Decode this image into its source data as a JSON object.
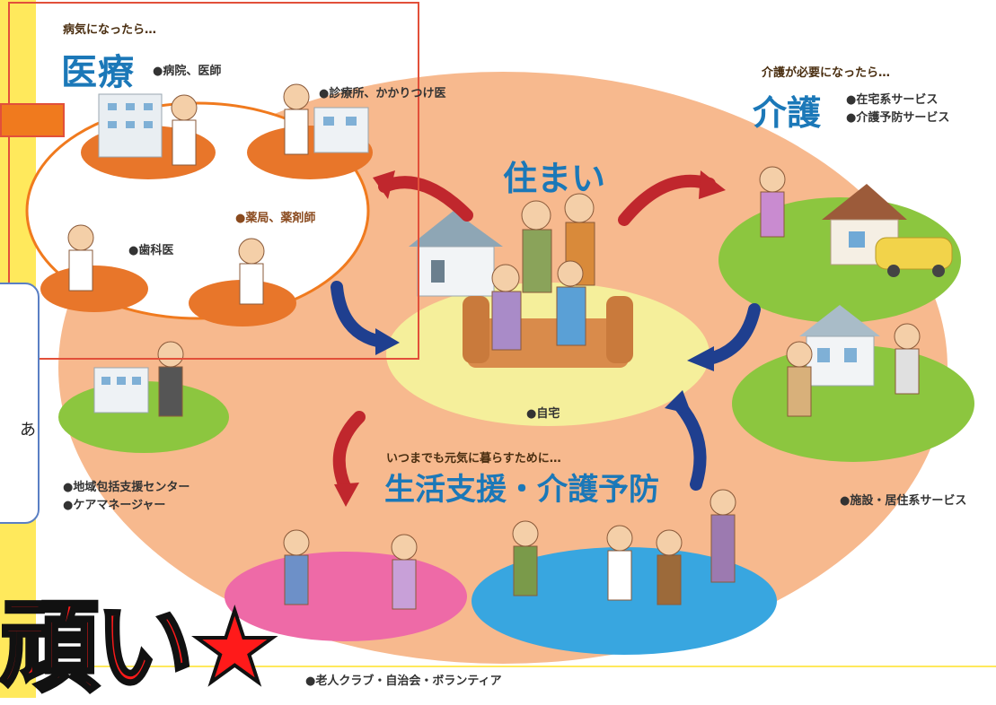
{
  "medical": {
    "lead": "病気になったら…",
    "title": "医療",
    "hospital": "●病院、医師",
    "clinic": "●診療所、かかりつけ医",
    "pharmacy": "●薬局、薬剤師",
    "dentist": "●歯科医"
  },
  "care": {
    "lead": "介護が必要になったら…",
    "title": "介護",
    "home_service": "●在宅系サービス",
    "prevention_service": "●介護予防サービス",
    "facility": "●施設・居住系サービス"
  },
  "housing": {
    "title": "住まい",
    "home": "●自宅"
  },
  "support": {
    "lead": "いつまでも元気に暮らすために…",
    "title": "生活支援・介護予防",
    "clubs": "●老人クラブ・自治会・ボランティア"
  },
  "center": {
    "line1": "●地域包括支援センター",
    "line2": "●ケアマネージャー"
  },
  "overlay": {
    "partial_char": "あ",
    "big_text": "頑い★"
  },
  "colors": {
    "orange": "#f07a1e",
    "light_orange": "#f7b98e",
    "green": "#8cc63f",
    "yellow": "#f5ef9b",
    "pink": "#ee6aa7",
    "blue": "#38a6e0",
    "arrow_red": "#c0272d",
    "arrow_blue": "#1f3f8f",
    "title_blue": "#1b78b8",
    "stripe_yellow": "#ffe95c",
    "frame_red": "#e2503a"
  }
}
